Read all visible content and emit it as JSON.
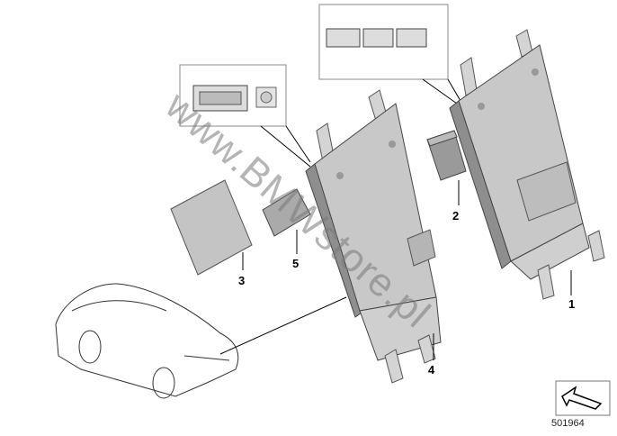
{
  "diagram": {
    "part_labels": [
      "1",
      "2",
      "3",
      "4",
      "5"
    ],
    "diagram_number": "501964",
    "watermark": "www.BMWstore.pl",
    "colors": {
      "metal": "#c8c8c8",
      "metal_dark": "#8e8e8e",
      "line": "#000000"
    }
  }
}
